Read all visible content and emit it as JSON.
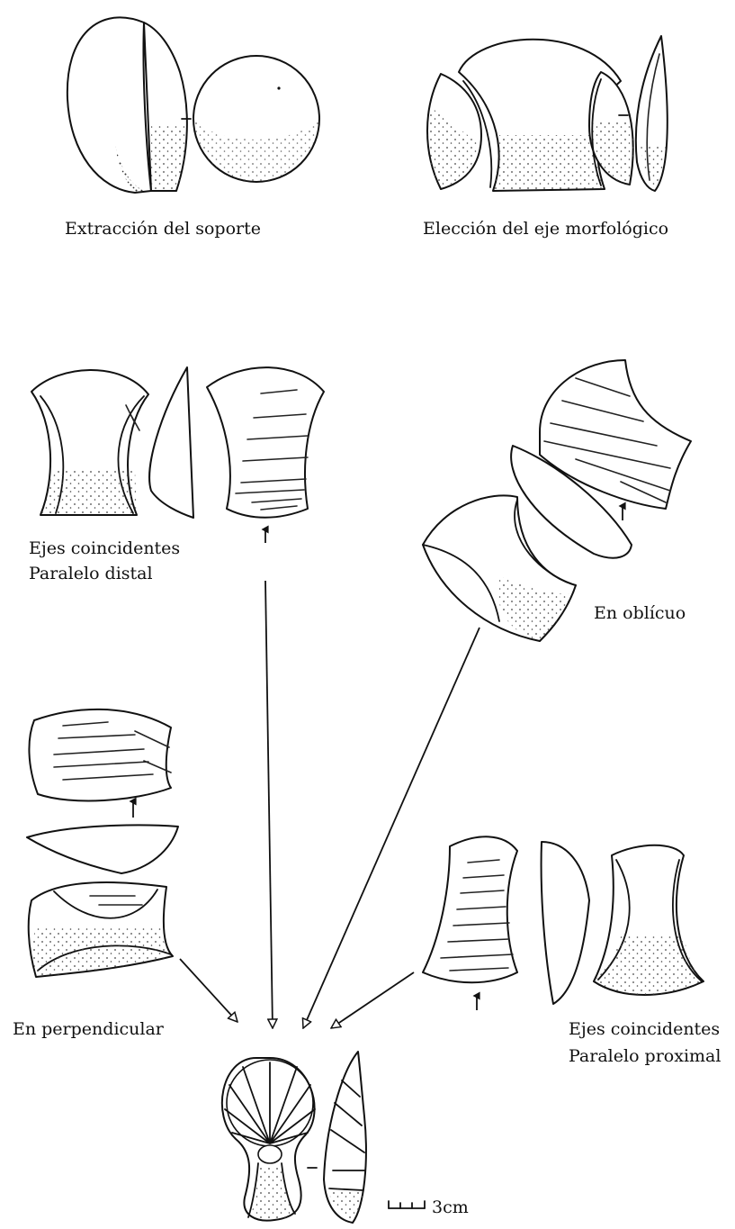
{
  "labels": {
    "extraction": "Extracción del soporte",
    "election": "Elección del eje morfológico",
    "coincident_distal_1": "Ejes coincidentes",
    "coincident_distal_2": "Paralelo distal",
    "oblique": "En oblícuo",
    "perpendicular": "En perpendicular",
    "coincident_proximal_1": "Ejes coincidentes",
    "coincident_proximal_2": "Paralelo proximal"
  },
  "scale": {
    "label": "3cm"
  },
  "colors": {
    "ink": "#111111",
    "paper": "#ffffff",
    "stipple": "#444444"
  }
}
